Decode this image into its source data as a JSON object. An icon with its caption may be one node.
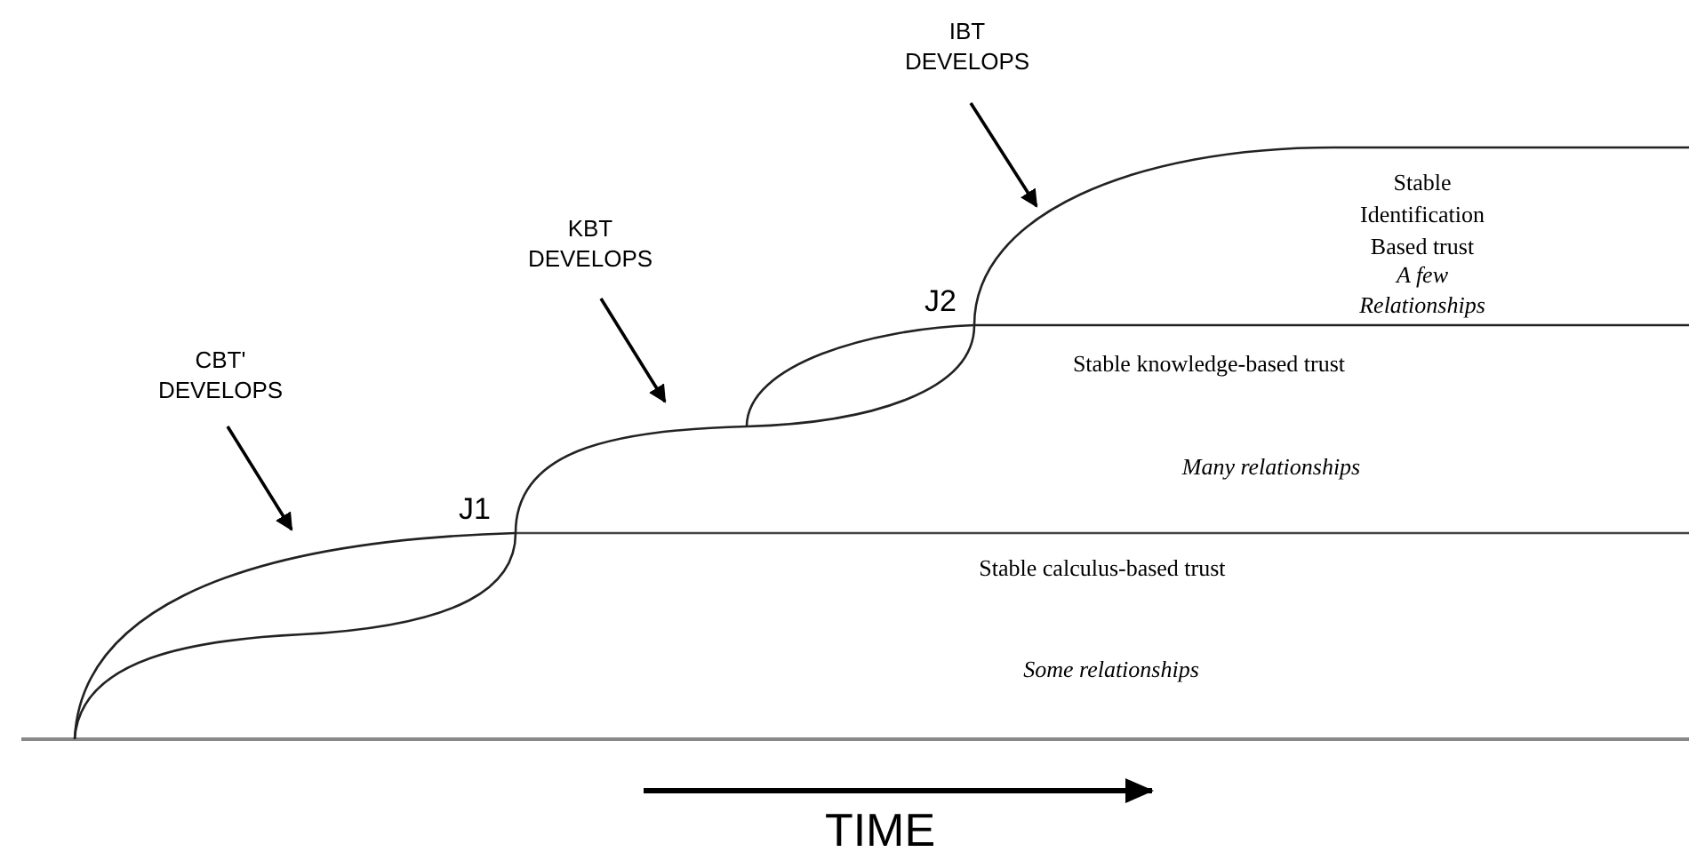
{
  "diagram": {
    "nodes": [
      {
        "text": [
          "CBT' DEVELOPS"
        ]
      },
      {
        "text": [
          "KBT DEVELOPS"
        ]
      },
      {
        "text": [
          "IBT DEVELOPS"
        ]
      }
    ],
    "edges": [
      {
        "from": 0,
        "to": null,
        "arrow": "to"
      },
      {
        "from": 1,
        "to": null,
        "arrow": "to"
      },
      {
        "from": 2,
        "to": null,
        "arrow": "to"
      }
    ],
    "labels": [
      "J1",
      "J2",
      "Stable Identification Based trust",
      "A few Relationships",
      "Stable knowledge-based trust",
      "Many relationships",
      "Stable calculus-based trust",
      "Some relationships",
      "TIME"
    ]
  }
}
